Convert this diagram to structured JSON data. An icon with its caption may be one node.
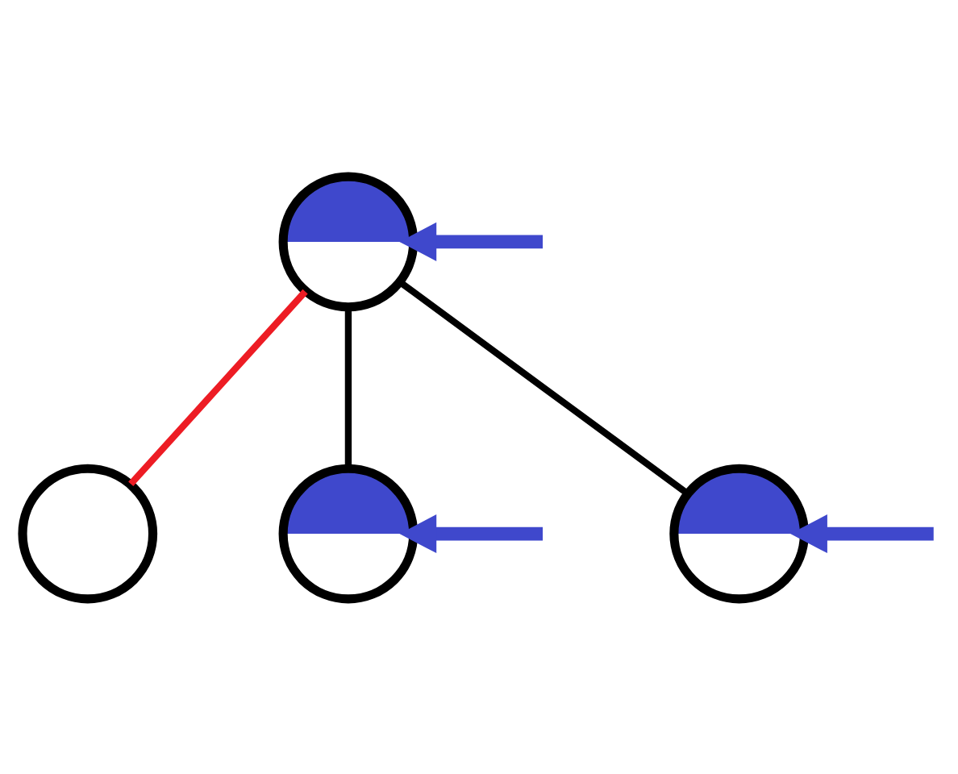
{
  "diagram": {
    "nodes": [
      {
        "text": [],
        "shape": "circle"
      },
      {
        "text": [],
        "shape": "circle"
      },
      {
        "text": [],
        "shape": "circle"
      },
      {
        "text": [],
        "shape": "circle"
      }
    ],
    "edges": [
      {
        "from": 0,
        "to": 1,
        "arrow": "none",
        "color": "#ed1c24"
      },
      {
        "from": 0,
        "to": 2,
        "arrow": "none",
        "color": "#000000"
      },
      {
        "from": 0,
        "to": 3,
        "arrow": "none",
        "color": "#000000"
      },
      {
        "from": null,
        "to": 0,
        "arrow": "to",
        "style": "thick",
        "color": "#3f48cc"
      },
      {
        "from": null,
        "to": 2,
        "arrow": "to",
        "style": "thick",
        "color": "#3f48cc"
      },
      {
        "from": null,
        "to": 3,
        "arrow": "to",
        "style": "thick",
        "color": "#3f48cc"
      }
    ]
  }
}
